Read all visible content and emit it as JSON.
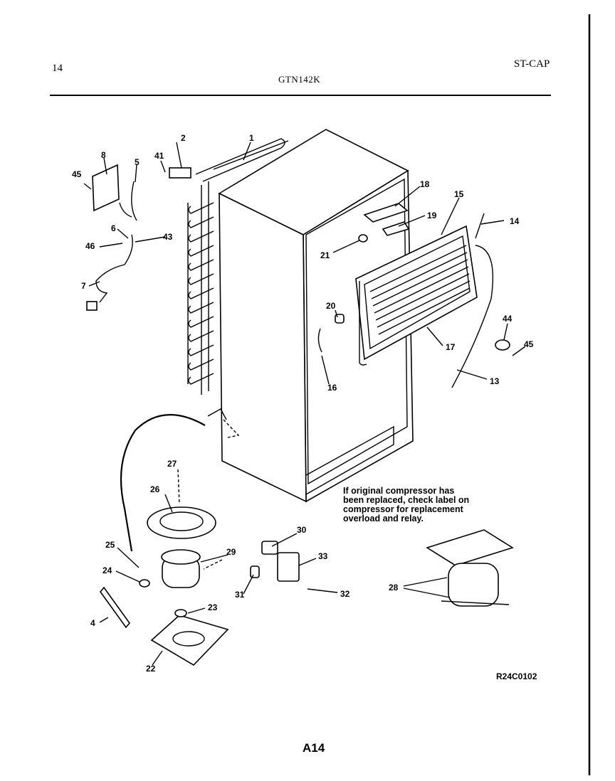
{
  "header": {
    "page_number": "14",
    "model": "GTN142K",
    "section": "ST-CAP"
  },
  "note": {
    "lines": [
      "If original compressor has",
      "been replaced, check label on",
      "compressor for replacement",
      "overload and relay."
    ]
  },
  "diagram_id": "R24C0102",
  "footer_code": "A14",
  "callouts": {
    "c1": "1",
    "c2": "2",
    "c4": "4",
    "c5": "5",
    "c6": "6",
    "c7": "7",
    "c8": "8",
    "c13": "13",
    "c14": "14",
    "c15": "15",
    "c16": "16",
    "c17": "17",
    "c18": "18",
    "c19": "19",
    "c20": "20",
    "c21": "21",
    "c22": "22",
    "c23": "23",
    "c24": "24",
    "c25": "25",
    "c26": "26",
    "c27": "27",
    "c28": "28",
    "c29": "29",
    "c30": "30",
    "c31": "31",
    "c32": "32",
    "c33": "33",
    "c41": "41",
    "c43": "43",
    "c44": "44",
    "c45a": "45",
    "c45b": "45",
    "c46": "46"
  }
}
